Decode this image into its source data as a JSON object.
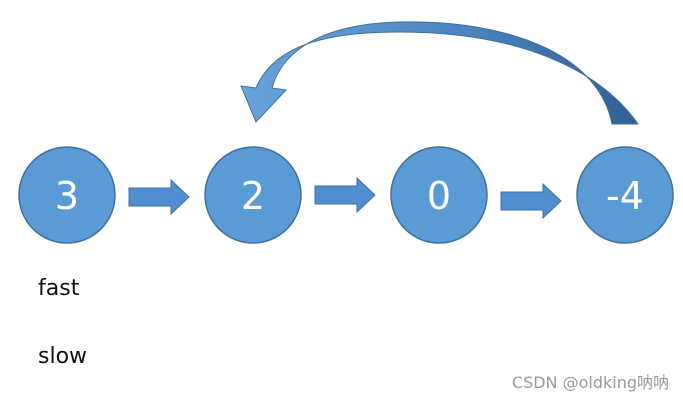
{
  "nodes": [
    {
      "value": "3"
    },
    {
      "value": "2"
    },
    {
      "value": "0"
    },
    {
      "value": "-4"
    }
  ],
  "pointers": {
    "fast": "fast",
    "slow": "slow"
  },
  "watermark": "CSDN @oldking呐呐",
  "colors": {
    "node_fill": "#5b9bd5",
    "node_stroke": "#41719c",
    "arrow_fill": "#4f8fd0",
    "cycle_arrow_light": "#6aa3dc",
    "cycle_arrow_dark": "#2f5f92"
  }
}
